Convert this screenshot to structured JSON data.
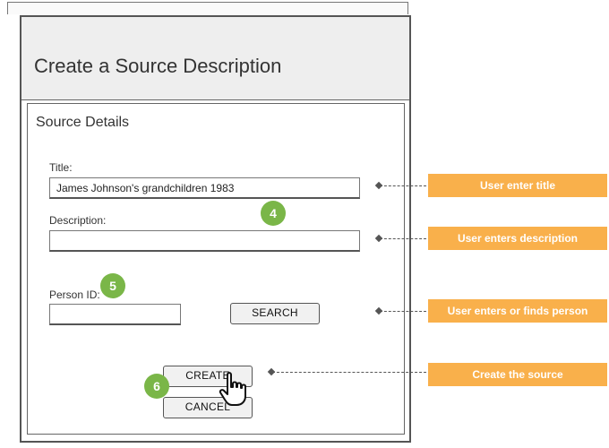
{
  "header": {
    "title": "Create a Source Description"
  },
  "panel": {
    "title": "Source Details",
    "title_field": {
      "label": "Title:",
      "value": "James Johnson's grandchildren 1983"
    },
    "description_field": {
      "label": "Description:",
      "value": ""
    },
    "person_id_field": {
      "label": "Person ID:",
      "value": ""
    },
    "search_button": "SEARCH",
    "create_button": "CREATE",
    "cancel_button": "CANCEL"
  },
  "badges": {
    "description": "4",
    "person_id": "5",
    "create": "6"
  },
  "annotations": {
    "title": "User enter title",
    "description": "User enters description",
    "person": "User enters or finds person",
    "create": "Create the source"
  },
  "colors": {
    "annotation_bg": "#f9b04b",
    "badge_bg": "#7ab648"
  },
  "icons": {
    "cursor": "hand-pointer-icon"
  }
}
